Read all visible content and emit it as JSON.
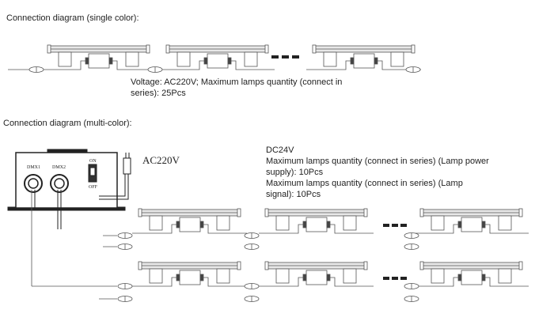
{
  "single": {
    "heading": "Connection diagram (single color):",
    "note1": "Voltage: AC220V; Maximum lamps quantity (connect in",
    "note2": "series): 25Pcs"
  },
  "multi": {
    "heading": "Connection diagram (multi-color):",
    "dc": "DC24V",
    "note1": "Maximum lamps quantity (connect in series) (Lamp power",
    "note2": "supply): 10Pcs",
    "note3": "Maximum lamps quantity (connect in series) (Lamp",
    "note4": "signal): 10Pcs",
    "ac": "AC220V",
    "dmx1": "DMX1",
    "dmx2": "DMX2",
    "on": "ON",
    "off": "OFF"
  }
}
